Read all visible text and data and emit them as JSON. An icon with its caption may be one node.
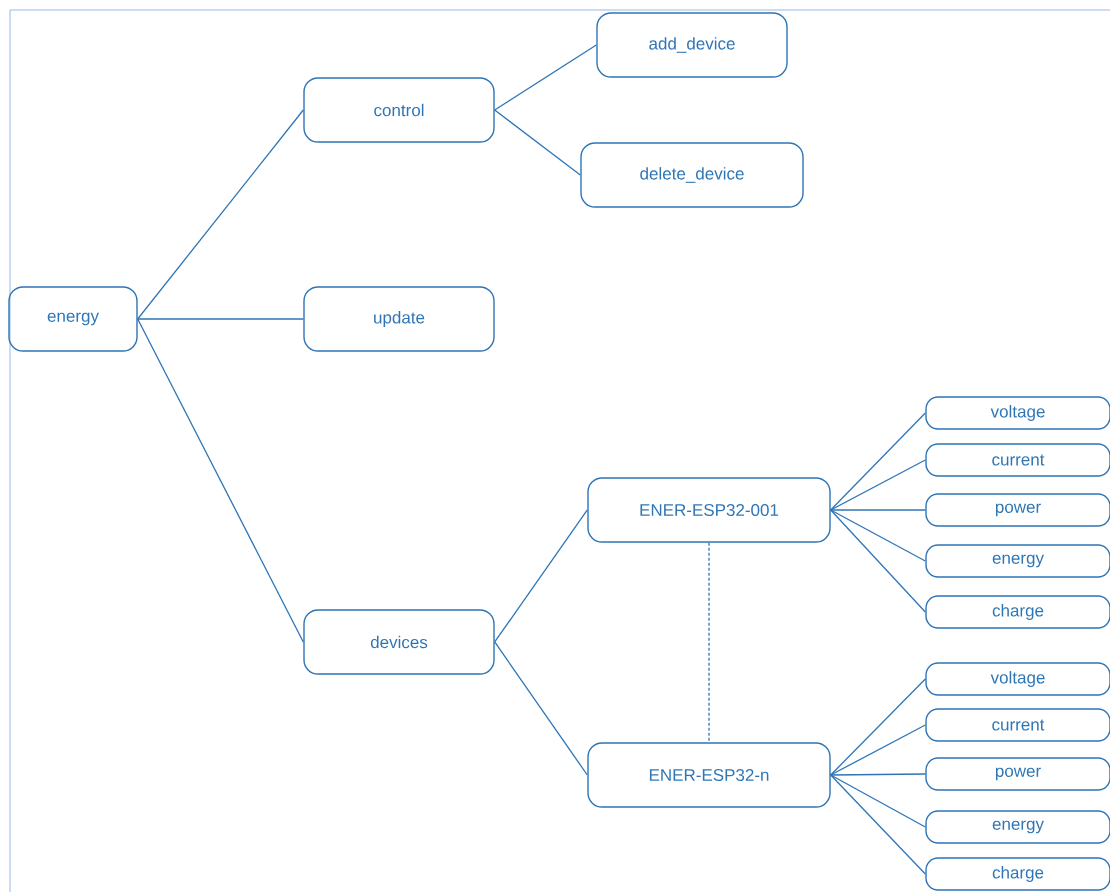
{
  "diagram": {
    "nodes": [
      {
        "text": [
          "energy"
        ]
      },
      {
        "text": [
          "control"
        ]
      },
      {
        "text": [
          "add_device"
        ]
      },
      {
        "text": [
          "delete_device"
        ]
      },
      {
        "text": [
          "update"
        ]
      },
      {
        "text": [
          "devices"
        ]
      },
      {
        "text": [
          "ENER-ESP32-001"
        ]
      },
      {
        "text": [
          "ENER-ESP32-n"
        ]
      },
      {
        "text": [
          "voltage"
        ]
      },
      {
        "text": [
          "current"
        ]
      },
      {
        "text": [
          "power"
        ]
      },
      {
        "text": [
          "energy"
        ]
      },
      {
        "text": [
          "charge"
        ]
      },
      {
        "text": [
          "voltage"
        ]
      },
      {
        "text": [
          "current"
        ]
      },
      {
        "text": [
          "power"
        ]
      },
      {
        "text": [
          "energy"
        ]
      },
      {
        "text": [
          "charge"
        ]
      }
    ],
    "edges": [
      {
        "from": 0,
        "to": 1,
        "arrow": "none"
      },
      {
        "from": 0,
        "to": 4,
        "arrow": "none"
      },
      {
        "from": 0,
        "to": 5,
        "arrow": "none"
      },
      {
        "from": 1,
        "to": 2,
        "arrow": "none"
      },
      {
        "from": 1,
        "to": 3,
        "arrow": "none"
      },
      {
        "from": 5,
        "to": 6,
        "arrow": "none"
      },
      {
        "from": 5,
        "to": 7,
        "arrow": "none"
      },
      {
        "from": 6,
        "to": 8,
        "arrow": "none"
      },
      {
        "from": 6,
        "to": 9,
        "arrow": "none"
      },
      {
        "from": 6,
        "to": 10,
        "arrow": "none"
      },
      {
        "from": 6,
        "to": 11,
        "arrow": "none"
      },
      {
        "from": 6,
        "to": 12,
        "arrow": "none"
      },
      {
        "from": 7,
        "to": 13,
        "arrow": "none"
      },
      {
        "from": 7,
        "to": 14,
        "arrow": "none"
      },
      {
        "from": 7,
        "to": 15,
        "arrow": "none"
      },
      {
        "from": 7,
        "to": 16,
        "arrow": "none"
      },
      {
        "from": 7,
        "to": 17,
        "arrow": "none"
      },
      {
        "from": 6,
        "to": 7,
        "arrow": "none",
        "style": "dashed"
      }
    ]
  }
}
